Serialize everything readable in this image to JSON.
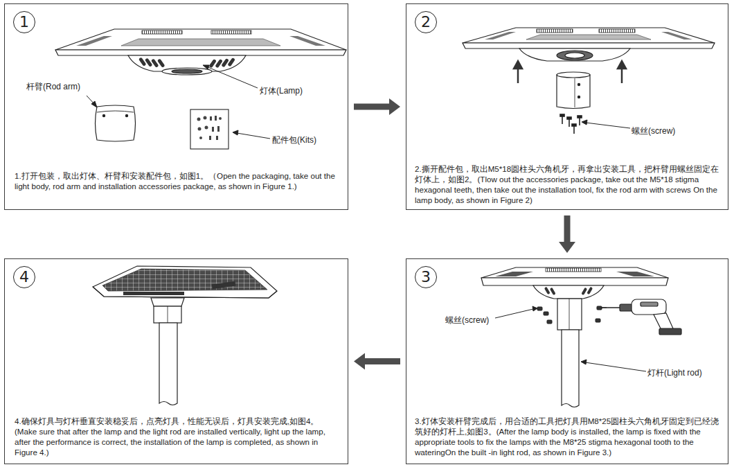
{
  "diagram": {
    "nodes": [
      {
        "text": [
          "1.打开包装，取出灯体、杆臂和安装配件包，如图1。（Open the packaging, take out the light body, rod arm and installation accessories package, as shown in Figure 1.)"
        ]
      },
      {
        "text": [
          "1"
        ],
        "in": 0
      },
      {
        "text": [
          "2.撕开配件包，取出M5*18圆柱头六角机牙，再拿出安装工具，把杆臂用螺丝固定在灯体上，如图2。(Tlow out the accessories package, take out the M5*18 stigma hexagonal teeth, then take out the installation tool, fix the rod arm with screws On the lamp body, as shown in Figure 2)"
        ]
      },
      {
        "text": [
          "2"
        ],
        "in": 2
      },
      {
        "text": [
          "3.灯体安装杆臂完成后，用合适的工具把灯具用M8*25圆柱头六角机牙固定到已经浇筑好的灯杆上,如图3。(After the lamp body is installed, the lamp is fixed with the appropriate tools to fix the lamps with the M8*25 stigma hexagonal tooth to the wateringOn the built -in light rod, as shown in Figure 3.)"
        ]
      },
      {
        "text": [
          "3"
        ],
        "in": 4
      },
      {
        "text": [
          "4.确保灯具与灯杆垂直安装稳妥后，点亮灯具，性能无误后，灯具安装完成,如图4。(Make sure that after the lamp and the light rod are installed vertically, light up the lamp, after the performance is correct, the installation of the lamp is completed, as shown in Figure 4.)"
        ]
      },
      {
        "text": [
          "4"
        ],
        "in": 6
      }
    ],
    "edges": [
      {
        "from": 0,
        "to": 2,
        "arrow": "to"
      },
      {
        "from": 2,
        "to": 4,
        "arrow": "to"
      },
      {
        "from": 4,
        "to": 6,
        "arrow": "to"
      }
    ],
    "labels": [
      "杆臂(Rod arm)",
      "灯体(Lamp)",
      "配件包(Kits)",
      "螺丝(screw)",
      "螺丝(screw)",
      "灯杆(Light rod)"
    ]
  }
}
